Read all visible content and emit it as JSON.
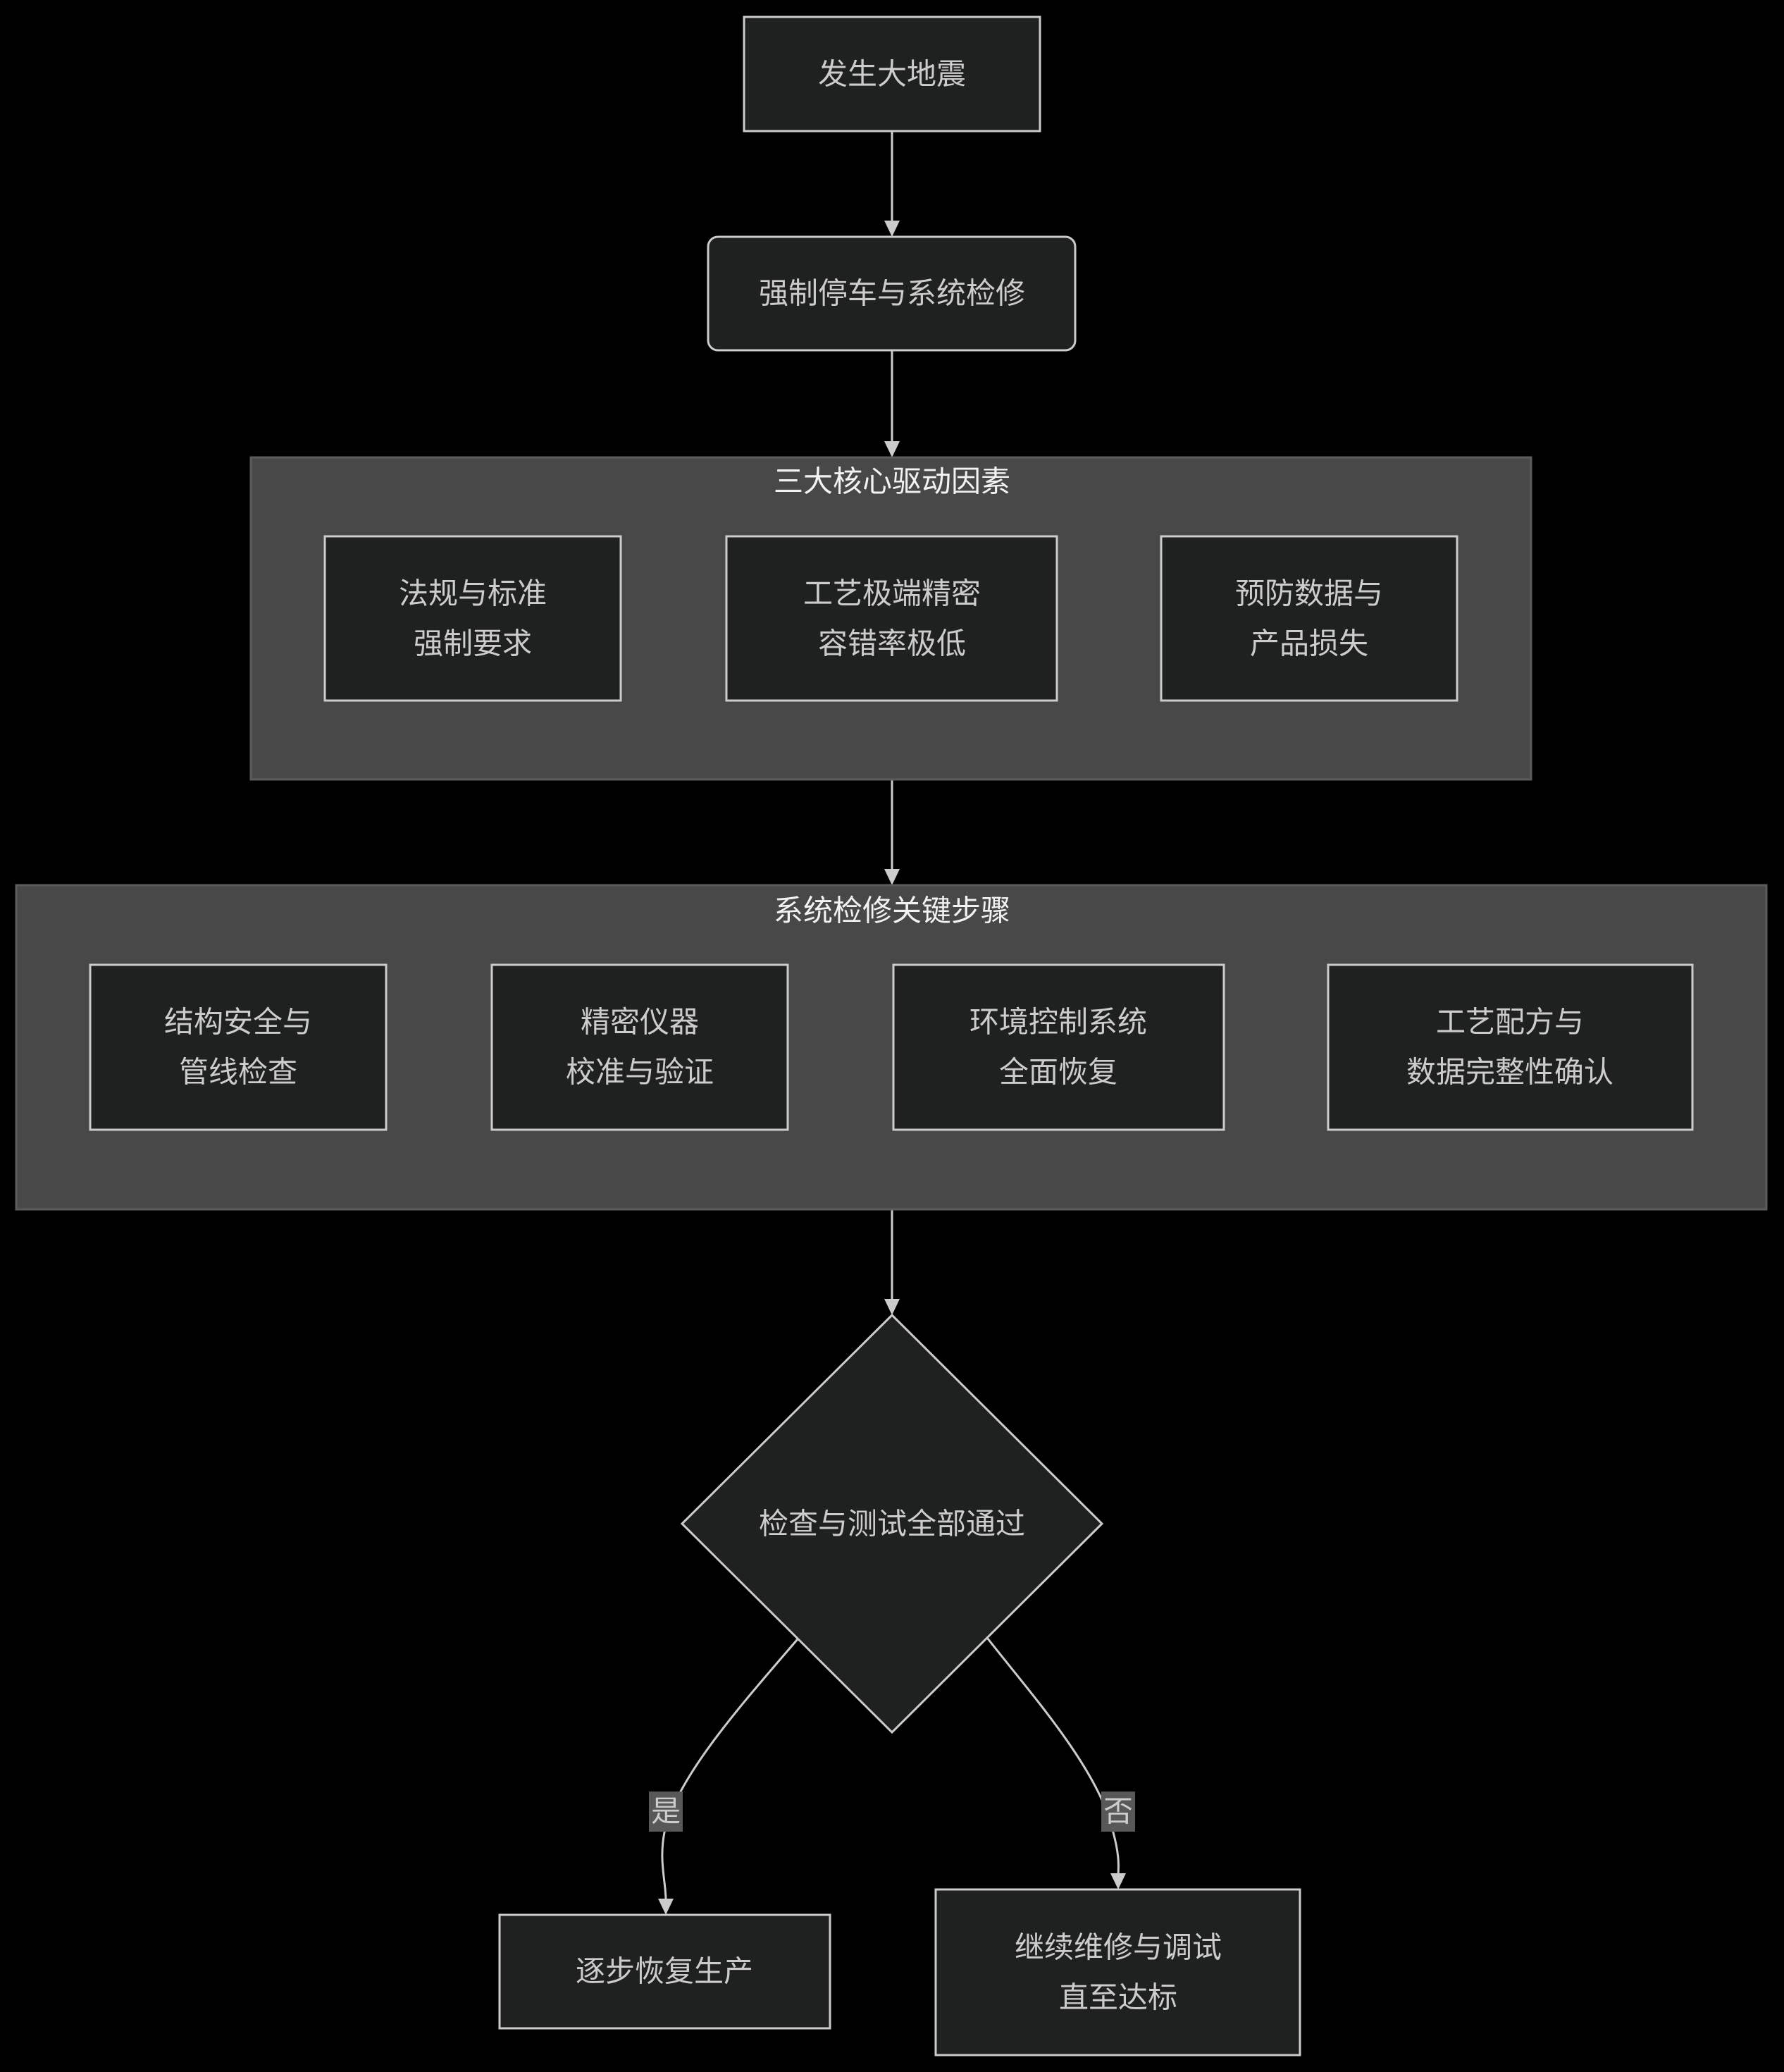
{
  "colors": {
    "background": "#000000",
    "node_fill": "#1f2020",
    "node_stroke": "#cccccc",
    "cluster_fill": "#474847",
    "text": "#cccccc",
    "edge_label_bg": "#585858"
  },
  "nodes": {
    "start": {
      "lines": [
        "发生大地震"
      ]
    },
    "shutdown": {
      "lines": [
        "强制停车与系统检修"
      ]
    },
    "decision": {
      "lines": [
        "检查与测试全部通过"
      ]
    },
    "yes_result": {
      "lines": [
        "逐步恢复生产"
      ]
    },
    "no_result": {
      "lines": [
        "继续维修与调试",
        "直至达标"
      ]
    }
  },
  "clusters": [
    {
      "title": "三大核心驱动因素",
      "nodes": [
        {
          "lines": [
            "法规与标准",
            "强制要求"
          ]
        },
        {
          "lines": [
            "工艺极端精密",
            "容错率极低"
          ]
        },
        {
          "lines": [
            "预防数据与",
            "产品损失"
          ]
        }
      ]
    },
    {
      "title": "系统检修关键步骤",
      "nodes": [
        {
          "lines": [
            "结构安全与",
            "管线检查"
          ]
        },
        {
          "lines": [
            "精密仪器",
            "校准与验证"
          ]
        },
        {
          "lines": [
            "环境控制系统",
            "全面恢复"
          ]
        },
        {
          "lines": [
            "工艺配方与",
            "数据完整性确认"
          ]
        }
      ]
    }
  ],
  "edge_labels": {
    "yes": "是",
    "no": "否"
  }
}
